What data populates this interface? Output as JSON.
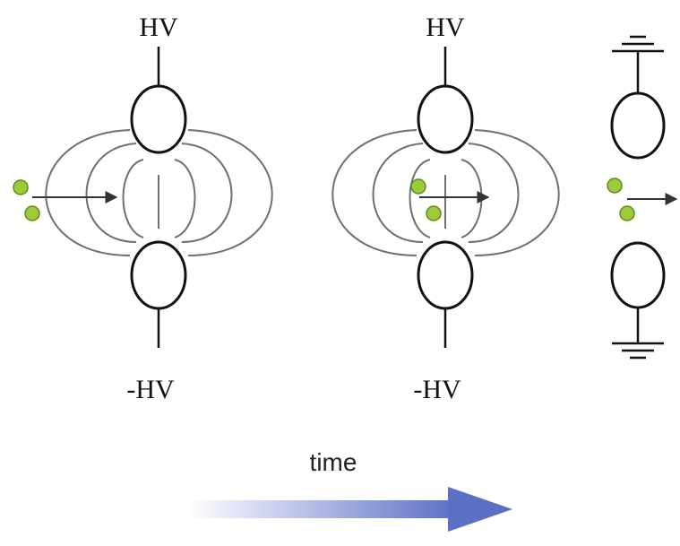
{
  "labels": {
    "top_left": "HV",
    "bottom_left": "-HV",
    "top_middle": "HV",
    "bottom_middle": "-HV",
    "time": "time"
  },
  "colors": {
    "particle": "#9ccb3a",
    "time_arrow": "#5b6fc4"
  }
}
